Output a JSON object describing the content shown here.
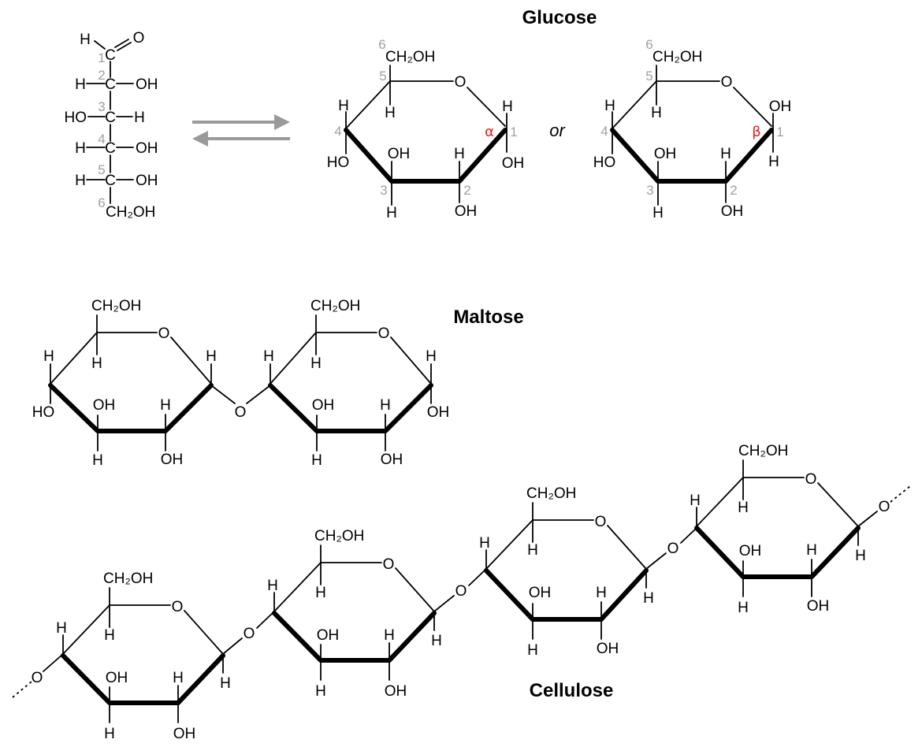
{
  "titles": {
    "glucose": "Glucose",
    "maltose": "Maltose",
    "cellulose": "Cellulose"
  },
  "connector": "or",
  "labels": {
    "alpha": "α",
    "beta": "β",
    "ch2oh": "CH₂OH",
    "oh": "OH",
    "ho": "HO",
    "h": "H",
    "o": "O",
    "c": "C"
  },
  "carbon_numbers": [
    "1",
    "2",
    "3",
    "4",
    "5",
    "6"
  ],
  "colors": {
    "text": "#000000",
    "carbon_numbers": "#a0a0a0",
    "anomeric_labels": "#e0201c",
    "equilibrium_arrows": "#9a9a9a"
  }
}
